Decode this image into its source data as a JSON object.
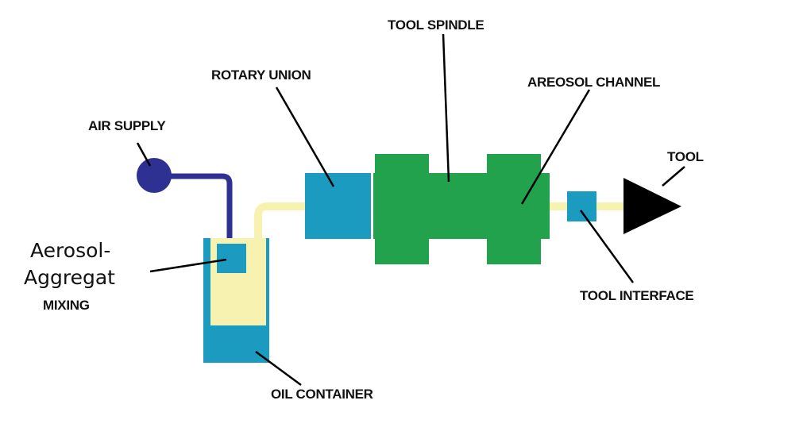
{
  "diagram": {
    "labels": {
      "air_supply": "AIR SUPPLY",
      "aerosol_line1": "Aerosol-",
      "aerosol_line2": "Aggregat",
      "mixing": "MIXING",
      "rotary_union": "ROTARY UNION",
      "tool_spindle": "TOOL SPINDLE",
      "aerosol_channel": "AREOSOL CHANNEL",
      "tool": "TOOL",
      "tool_interface": "TOOL INTERFACE",
      "oil_container": "OIL CONTAINER"
    },
    "colors": {
      "air_line": "#2E3192",
      "teal": "#1A9BBF",
      "oil_fill": "#F8F2B0",
      "aerosol_line": "#F8F2B0",
      "spindle": "#22A24C",
      "tool": "#000000",
      "leader": "#000000"
    }
  }
}
